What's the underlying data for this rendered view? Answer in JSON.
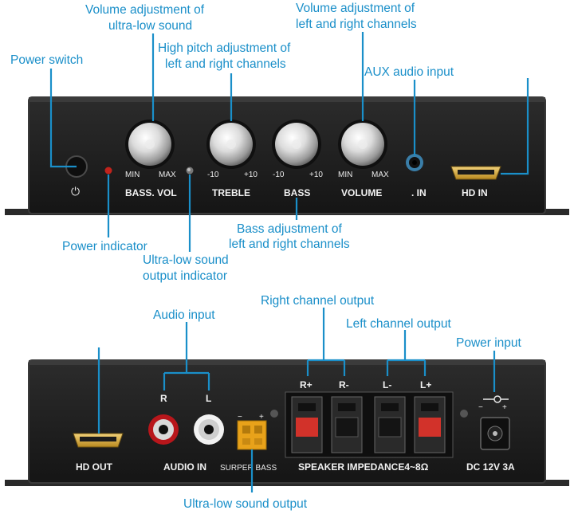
{
  "callouts": {
    "ultra_low_volume": [
      "Volume adjustment of",
      "ultra-low sound"
    ],
    "volume_lr": [
      "Volume adjustment of",
      "left and right channels"
    ],
    "treble_lr": [
      "High pitch adjustment of",
      "left and right channels"
    ],
    "power_switch": "Power switch",
    "aux_input": "AUX audio input",
    "power_indicator": "Power indicator",
    "ultra_low_indicator": [
      "Ultra-low sound",
      "output indicator"
    ],
    "bass_lr": [
      "Bass adjustment of",
      "left and right channels"
    ],
    "right_channel_output": "Right channel output",
    "audio_input": "Audio input",
    "left_channel_output": "Left channel output",
    "power_input": "Power input",
    "ultra_low_output": "Ultra-low sound output"
  },
  "front_panel": {
    "bass_vol": {
      "label": "BASS. VOL",
      "min": "MIN",
      "max": "MAX"
    },
    "treble": {
      "label": "TREBLE",
      "min": "-10",
      "max": "+10"
    },
    "bass": {
      "label": "BASS",
      "min": "-10",
      "max": "+10"
    },
    "volume": {
      "label": "VOLUME",
      "min": "MIN",
      "max": "MAX"
    },
    "aux_label": ". IN",
    "hd_in_label": "HD IN",
    "power_glyph": "⏻"
  },
  "back_panel": {
    "hd_out_label": "HD OUT",
    "audio_in_label": "AUDIO IN",
    "rca_left": "R",
    "rca_right": "L",
    "sub_label": "SURPER BASS",
    "sub_minus": "−",
    "sub_plus": "+",
    "speaker_label": "SPEAKER IMPEDANCE4~8Ω",
    "terminals": [
      "R+",
      "R-",
      "L-",
      "L+"
    ],
    "dc_label": "DC  12V 3A",
    "dc_minus": "−",
    "dc_plus": "+"
  },
  "colors": {
    "accent": "#1a8fc9",
    "chassis": "#1e1e1e",
    "chassis_edge": "#3a3a3a",
    "indicator_red": "#c0231c",
    "rca_red": "#b8161b",
    "terminal_red": "#d2322a",
    "connector_orange": "#e8a21a"
  }
}
